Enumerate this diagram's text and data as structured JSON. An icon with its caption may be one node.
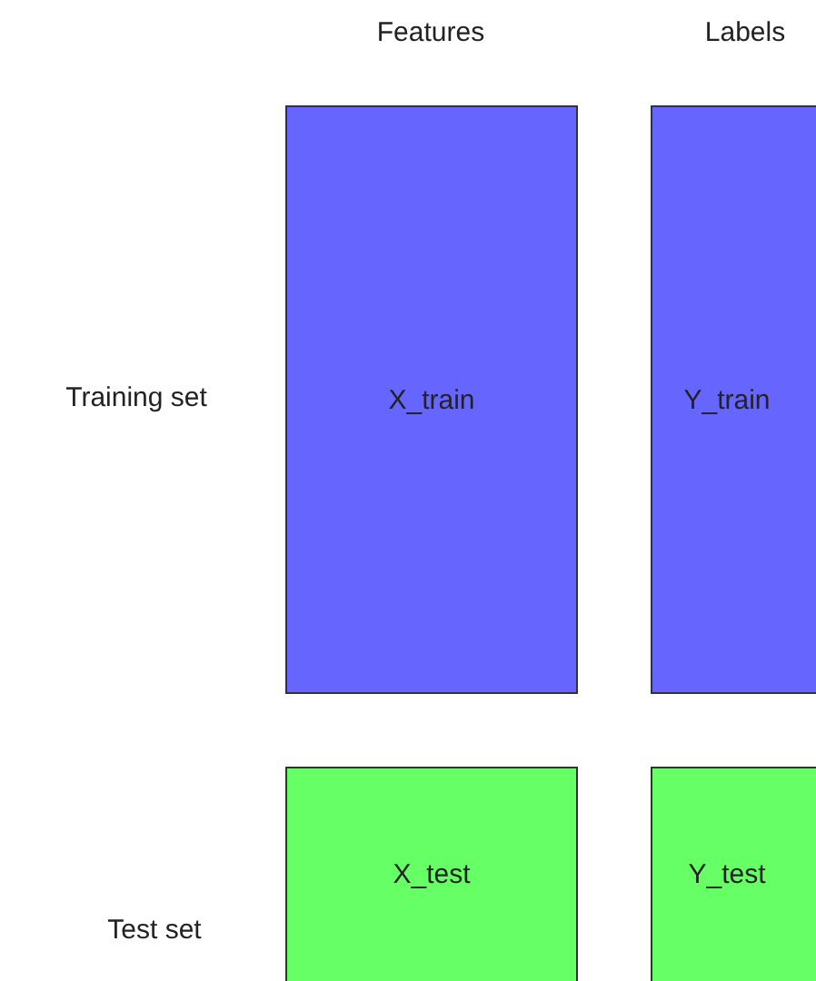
{
  "diagram": {
    "nodes": [
      {
        "text": [
          "X_train"
        ]
      },
      {
        "text": [
          "Y_train"
        ]
      },
      {
        "text": [
          "X_test"
        ]
      },
      {
        "text": [
          "Y_test"
        ]
      }
    ],
    "labels": [
      "Features",
      "Labels",
      "Training set",
      "Test set"
    ]
  }
}
